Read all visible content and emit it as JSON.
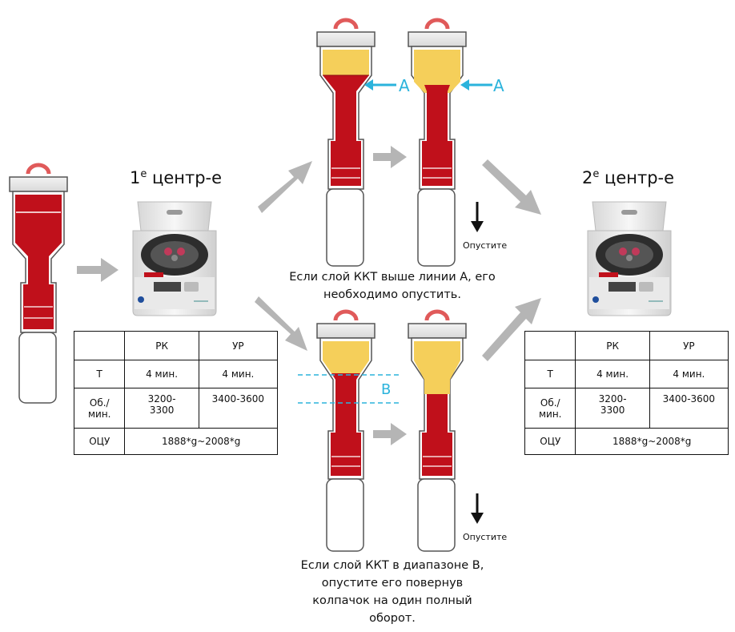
{
  "colors": {
    "blood": "#c0101b",
    "plasma": "#f5cf5a",
    "arrow": "#b5b5b5",
    "marker": "#2bb3dc",
    "cap": "#e05a5a"
  },
  "headings": {
    "first": {
      "base": "1",
      "sup": "е",
      "rest": " центр-е"
    },
    "second": {
      "base": "2",
      "sup": "е",
      "rest": " центр-е"
    }
  },
  "labels": {
    "line_a": "A",
    "range_b": "B",
    "lower": "Опустите"
  },
  "captions": {
    "top": [
      "Если слой ККТ выше линии А, его",
      "необходимо опустить."
    ],
    "bottom": [
      "Если слой ККТ в диапазоне В,",
      "опустите его повернув",
      "колпачок на один полный",
      "оборот."
    ]
  },
  "table": {
    "header": [
      "",
      "РК",
      "УР"
    ],
    "time": {
      "label": "Т",
      "rk": "4 мин.",
      "ur": "4 мин."
    },
    "rpm": {
      "label": [
        "Об./",
        "мин."
      ],
      "rk": [
        "3200-",
        "3300"
      ],
      "ur": "3400-3600"
    },
    "rcf": {
      "label": "ОЦУ",
      "value": "1888*g~2008*g"
    }
  }
}
